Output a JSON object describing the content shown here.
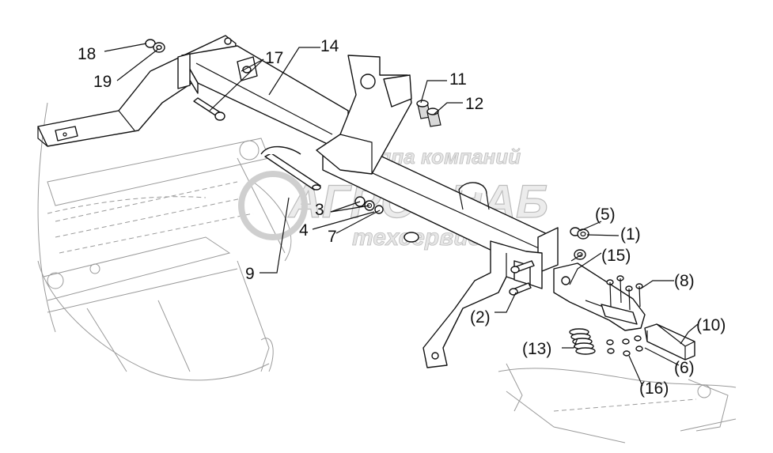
{
  "watermark": {
    "line1": "группа компаний",
    "line2": "АГРОСНАБ",
    "line3": "техсервис"
  },
  "callouts": {
    "c1": "(1)",
    "c2": "(2)",
    "c3": "3",
    "c4": "4",
    "c5": "(5)",
    "c6": "(6)",
    "c7": "7",
    "c8": "(8)",
    "c9": "9",
    "c10": "(10)",
    "c11": "11",
    "c12": "12",
    "c13": "(13)",
    "c14": "14",
    "c15": "(15)",
    "c16": "(16)",
    "c17": "17",
    "c18": "18",
    "c19": "19"
  }
}
